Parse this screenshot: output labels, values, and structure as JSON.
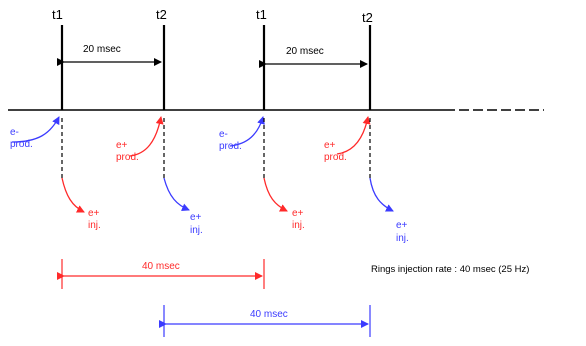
{
  "colors": {
    "black": "#000000",
    "red": "#ff2a2a",
    "blue": "#3b3bff"
  },
  "time_labels": {
    "t1_a": "t1",
    "t2_a": "t2",
    "t1_b": "t1",
    "t2_b": "t2"
  },
  "intervals": {
    "top_left": "20 msec",
    "top_right": "20 msec",
    "red_span": "40 msec",
    "blue_span": "40 msec"
  },
  "events": {
    "prod1": {
      "line1": "e-",
      "line2": "prod."
    },
    "prod2": {
      "line1": "e+",
      "line2": "prod."
    },
    "prod3": {
      "line1": "e-",
      "line2": "prod."
    },
    "prod4": {
      "line1": "e+",
      "line2": "prod."
    },
    "inj1": {
      "line1": "e+",
      "line2": "inj."
    },
    "inj2": {
      "line1": "e+",
      "line2": "inj."
    },
    "inj3": {
      "line1": "e+",
      "line2": "inj."
    },
    "inj4": {
      "line1": "e+",
      "line2": "inj."
    }
  },
  "note": "Rings injection rate : 40 msec (25 Hz)"
}
